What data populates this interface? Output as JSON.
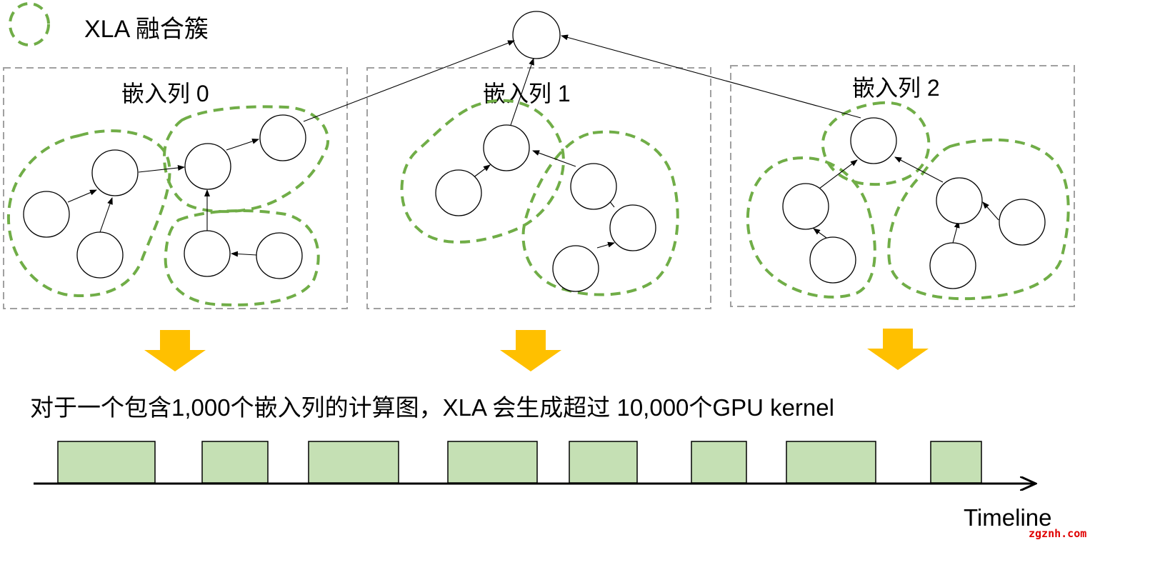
{
  "legend": {
    "label": "XLA 融合簇",
    "icon": "dashed-green-ellipse"
  },
  "groups": [
    {
      "title": "嵌入列 0"
    },
    {
      "title": "嵌入列 1"
    },
    {
      "title": "嵌入列 2"
    }
  ],
  "caption": "对于一个包含1,000个嵌入列的计算图，XLA 会生成超过 10,000个GPU kernel",
  "timeline": {
    "label": "Timeline",
    "kernel_count": 8
  },
  "watermark": "zgznh.com",
  "colors": {
    "cluster": "#70ad47",
    "group_border": "#a0a0a0",
    "kernel_fill": "#c5e0b4",
    "arrow": "#ffc000"
  }
}
